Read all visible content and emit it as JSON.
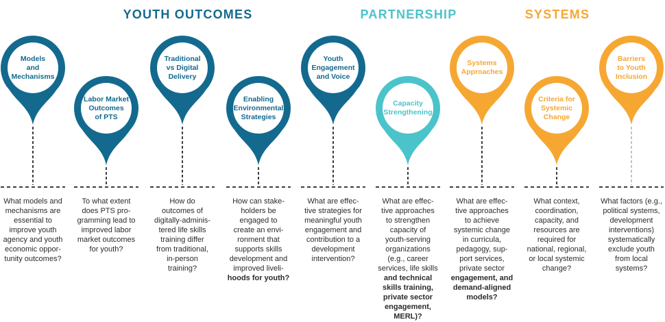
{
  "palette": {
    "teal": "#136a8e",
    "cyan": "#4ac4ca",
    "orange": "#f6a732",
    "question_text": "#2d2a2b",
    "connector_dark": "#3d3d3d",
    "connector_light": "#c3c3c3"
  },
  "headers": [
    {
      "id": "youth-outcomes",
      "label": "YOUTH OUTCOMES"
    },
    {
      "id": "partnership",
      "label": "PARTNERSHIP"
    },
    {
      "id": "systems",
      "label": "SYSTEMS"
    }
  ],
  "pins": [
    {
      "group": "YOUTH OUTCOMES",
      "label": "Models\nand\nMechanisms",
      "question": "What models and\nmechanisms are\nessential to\nimprove youth\nagency and youth\neconomic oppor-\ntunity outcomes?",
      "question_bold": ""
    },
    {
      "group": "YOUTH OUTCOMES",
      "label": "Labor Market\nOutcomes\nof PTS",
      "question": "To what extent\ndoes PTS pro-\ngramming lead to\nimproved labor\nmarket outcomes\nfor youth?",
      "question_bold": ""
    },
    {
      "group": "YOUTH OUTCOMES",
      "label": "Traditional\nvs Digital\nDelivery",
      "question": "How do\noutcomes of\ndigitally-adminis-\ntered life skills\ntraining differ\nfrom traditional,\nin-person\ntraining?",
      "question_bold": ""
    },
    {
      "group": "YOUTH OUTCOMES",
      "label": "Enabling\nEnvironmental\nStrategies",
      "question": "How can stake-\nholders be\nengaged to\ncreate an envi-\nronment that\nsupports skills\ndevelopment and\nimproved liveli-",
      "question_bold": "\nhoods for youth?"
    },
    {
      "group": "YOUTH OUTCOMES",
      "label": "Youth\nEngagement\nand Voice",
      "question": "What are effec-\ntive strategies for\nmeaningful youth\nengagement and\ncontribution to a\ndevelopment\nintervention?",
      "question_bold": ""
    },
    {
      "group": "PARTNERSHIP",
      "label": "Capacity\nStrengthening",
      "question": "What are effec-\ntive approaches\nto strengthen\ncapacity of\nyouth-serving\norganizations\n(e.g., career\nservices, life skills",
      "question_bold": "\nand technical\nskills training,\nprivate sector\nengagement,\nMERL)?"
    },
    {
      "group": "SYSTEMS",
      "label": "Systems\nApproaches",
      "question": "What are effec-\ntive approaches\nto achieve\nsystemic change\nin curricula,\npedagogy, sup-\nport services,\nprivate sector",
      "question_bold": "\nengagement, and\ndemand-aligned\nmodels?"
    },
    {
      "group": "SYSTEMS",
      "label": "Criteria for\nSystemic\nChange",
      "question": "What context,\ncoordination,\ncapacity, and\nresources are\nrequired for\nnational, regional,\nor local systemic\nchange?",
      "question_bold": ""
    },
    {
      "group": "SYSTEMS",
      "label": "Barriers\nto Youth\nInclusion",
      "question": "What factors (e.g.,\npolitical systems,\ndevelopment\ninterventions)\nsystematically\nexclude youth\nfrom local\nsystems?",
      "question_bold": ""
    }
  ]
}
